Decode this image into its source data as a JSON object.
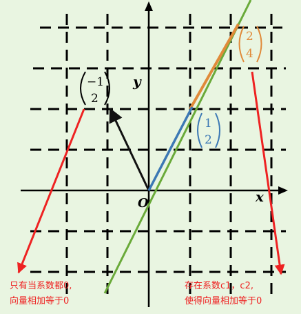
{
  "axes": {
    "x_label": "x",
    "y_label": "y",
    "origin_label": "O"
  },
  "vectors": [
    {
      "name": "vector-neg1-2",
      "top": "−1",
      "bottom": "2",
      "color": "#1a1a1a"
    },
    {
      "name": "vector-1-2",
      "top": "1",
      "bottom": "2",
      "color": "#3c78b4"
    },
    {
      "name": "vector-2-4",
      "top": "2",
      "bottom": "4",
      "color": "#e08a3a"
    }
  ],
  "line_color": "#6aaa3a",
  "arrow_color": "#ee2222",
  "notes": {
    "left": {
      "line1": "只有当系数都0,",
      "line2": "向量相加等于0"
    },
    "right": {
      "line1": "存在系数c1，c2,",
      "line2": "使得向量相加等于0"
    }
  }
}
